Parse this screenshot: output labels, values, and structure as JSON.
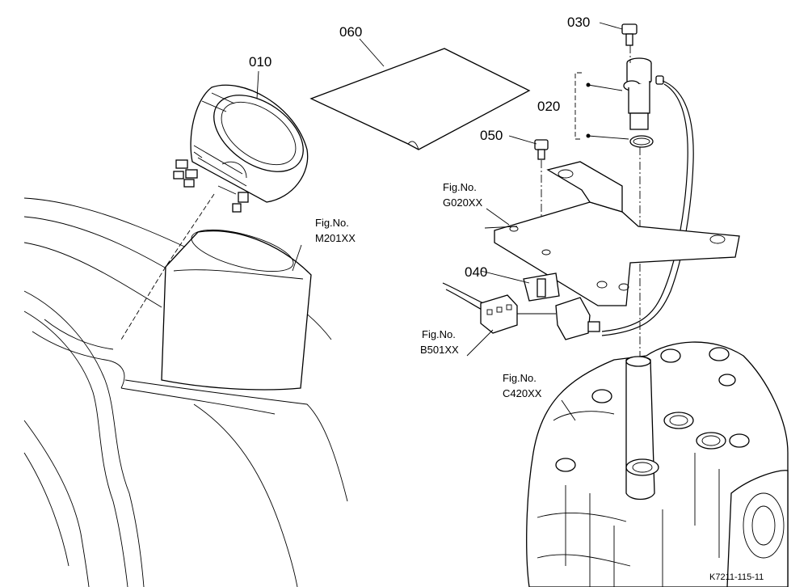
{
  "callouts": {
    "p010": "010",
    "p060": "060",
    "p030": "030",
    "p020": "020",
    "p050": "050",
    "p040": "040"
  },
  "references": {
    "m201": {
      "label": "Fig.No.",
      "code": "M201XX"
    },
    "g020": {
      "label": "Fig.No.",
      "code": "G020XX"
    },
    "b501": {
      "label": "Fig.No.",
      "code": "B501XX"
    },
    "c420": {
      "label": "Fig.No.",
      "code": "C420XX"
    }
  },
  "drawing_code": "K7211-115-11"
}
